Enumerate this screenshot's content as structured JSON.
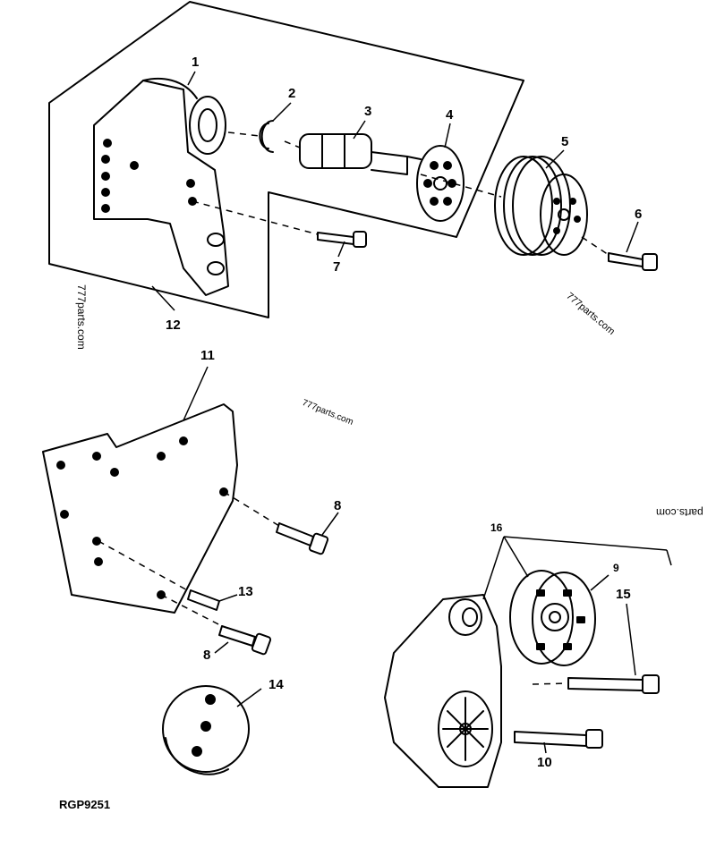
{
  "callouts": [
    "1",
    "2",
    "3",
    "4",
    "5",
    "6",
    "7",
    "12",
    "11",
    "8",
    "13",
    "8",
    "14",
    "16",
    "9",
    "15",
    "10"
  ],
  "watermarks": [
    "777parts.com",
    "777parts.com",
    "777parts.com",
    "parts.com"
  ],
  "figure_id": "RGP9251"
}
